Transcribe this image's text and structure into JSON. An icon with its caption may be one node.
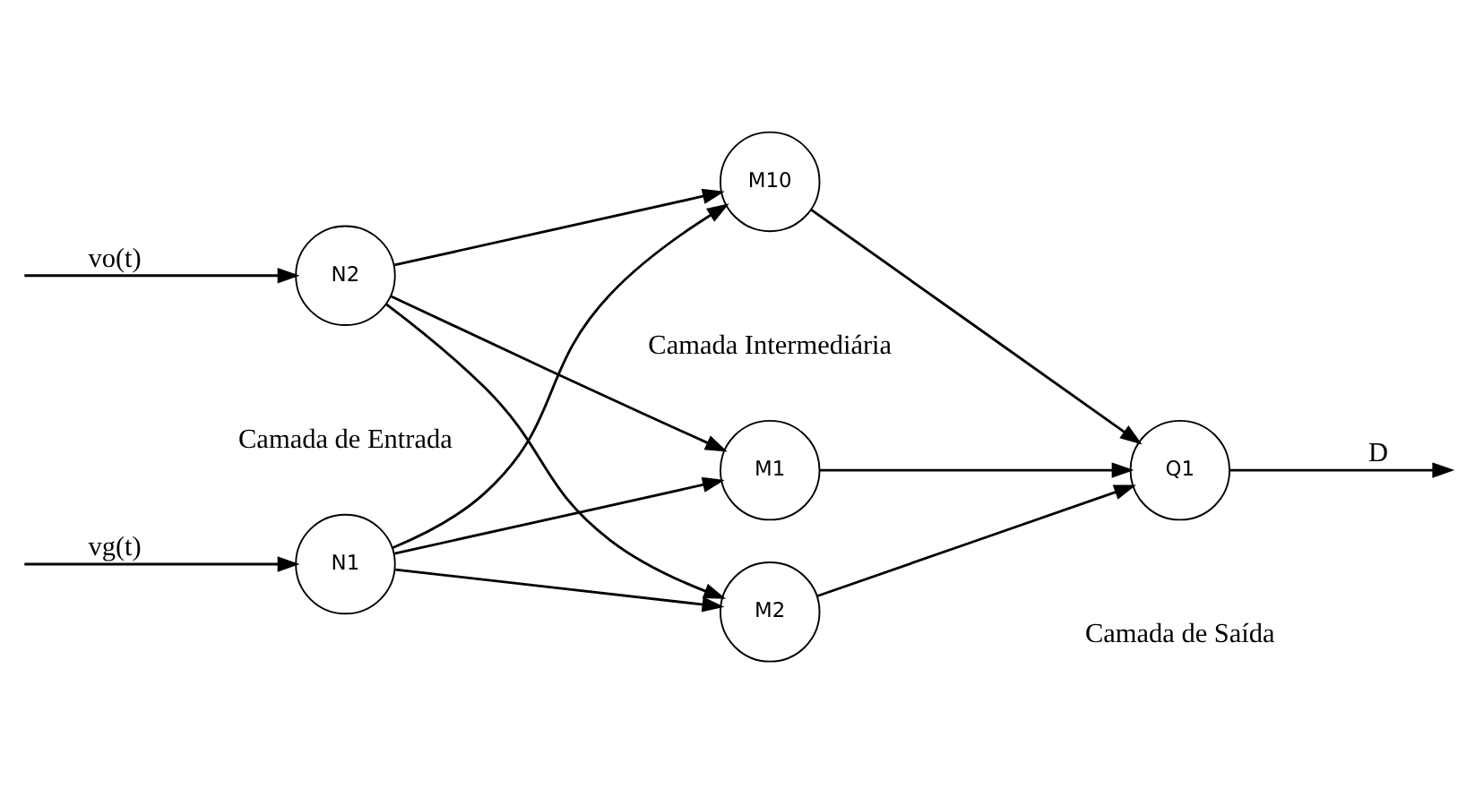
{
  "diagram": {
    "nodes": [
      {
        "text": [
          "N1"
        ]
      },
      {
        "text": [
          "N2"
        ]
      },
      {
        "text": [
          "M1"
        ]
      },
      {
        "text": [
          "M2"
        ]
      },
      {
        "text": [
          "M10"
        ]
      },
      {
        "text": [
          "Q1"
        ]
      }
    ],
    "edges": [
      {
        "from": null,
        "to": 0,
        "arrow": "to",
        "label": "vg(t)"
      },
      {
        "from": null,
        "to": 1,
        "arrow": "to",
        "label": "vo(t)"
      },
      {
        "from": 0,
        "to": 2,
        "arrow": "to"
      },
      {
        "from": 0,
        "to": 3,
        "arrow": "to"
      },
      {
        "from": 0,
        "to": 4,
        "arrow": "to"
      },
      {
        "from": 1,
        "to": 2,
        "arrow": "to"
      },
      {
        "from": 1,
        "to": 3,
        "arrow": "to"
      },
      {
        "from": 1,
        "to": 4,
        "arrow": "to"
      },
      {
        "from": 2,
        "to": 5,
        "arrow": "to"
      },
      {
        "from": 3,
        "to": 5,
        "arrow": "to"
      },
      {
        "from": 4,
        "to": 5,
        "arrow": "to"
      },
      {
        "from": 5,
        "to": null,
        "arrow": "to",
        "label": "D"
      }
    ],
    "labels": [
      "Camada de Entrada",
      "Camada Intermediária",
      "Camada de Saída"
    ]
  }
}
